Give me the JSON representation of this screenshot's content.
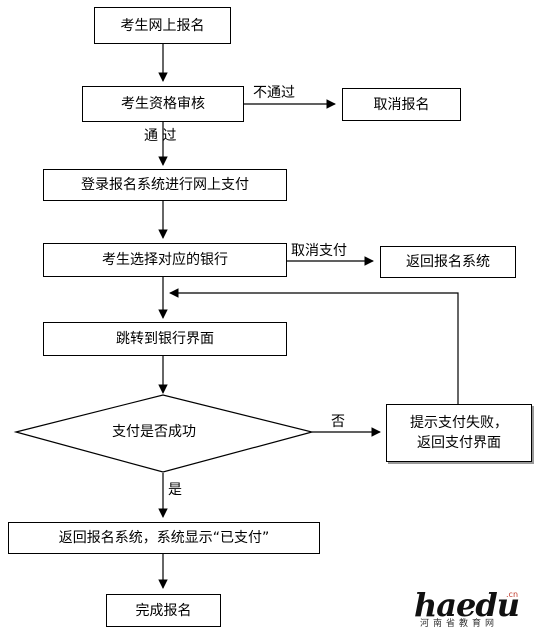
{
  "nodes": {
    "n1": "考生网上报名",
    "n2": "考生资格审核",
    "n3": "取消报名",
    "n4": "登录报名系统进行网上支付",
    "n5": "考生选择对应的银行",
    "n6": "返回报名系统",
    "n7": "跳转到银行界面",
    "n8": "支付是否成功",
    "n9_line1": "提示支付失败，",
    "n9_line2": "返回支付界面",
    "n10": "返回报名系统，系统显示“已支付”",
    "n11": "完成报名"
  },
  "edge_labels": {
    "fail_review": "不通过",
    "pass_review": "通  过",
    "cancel_payment": "取消支付",
    "no": "否",
    "yes": "是"
  },
  "watermark": {
    "brand": "haedu",
    "suffix": ".cn",
    "subtitle": "河南省教育网"
  }
}
